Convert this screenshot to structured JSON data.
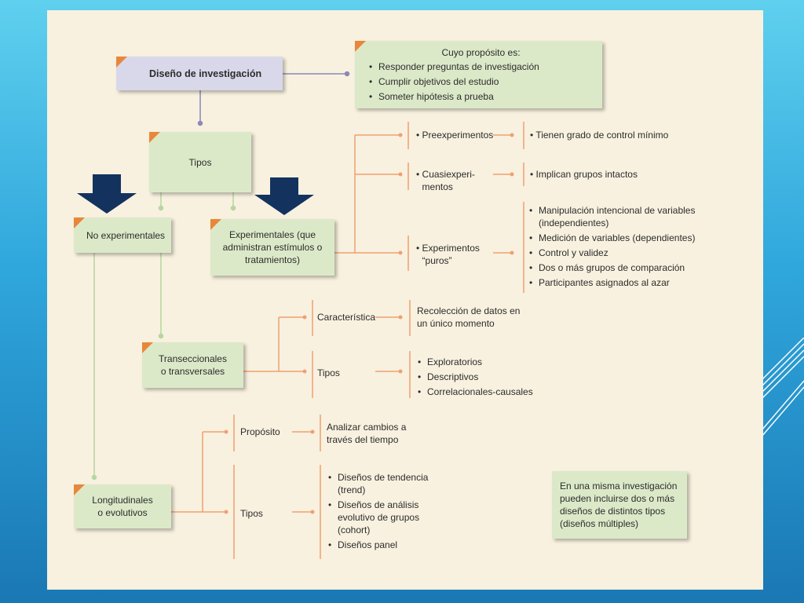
{
  "diagram": {
    "root": "Diseño de investigación",
    "purpose": {
      "title": "Cuyo propósito es:",
      "items": [
        "Responder preguntas de investigación",
        "Cumplir objetivos del estudio",
        "Someter hipótesis a prueba"
      ]
    },
    "tipos_top": "Tipos",
    "no_experimentales": "No experimentales",
    "experimentales": "Experimentales (que administran estímulos o tratamientos)",
    "preexperimentos": "Preexperimentos",
    "preexperimentos_desc": "Tienen grado de control mínimo",
    "cuasi": "Cuasiexperi-\nmentos",
    "cuasi_desc": "Implican grupos intactos",
    "puros": "Experimentos\n“puros”",
    "puros_items": [
      "Manipulación intencional de variables (independientes)",
      "Medición de variables (dependientes)",
      "Control y validez",
      "Dos o más grupos de comparación",
      "Participantes asignados al azar"
    ],
    "transeccionales": "Transeccionales\no transversales",
    "caracteristica": "Característica",
    "caracteristica_desc": "Recolección de datos en\nun único momento",
    "tipos_trans": "Tipos",
    "tipos_trans_items": [
      "Exploratorios",
      "Descriptivos",
      "Correlacionales-causales"
    ],
    "longitudinales": "Longitudinales\no evolutivos",
    "proposito": "Propósito",
    "proposito_desc": "Analizar cambios a\ntravés del tiempo",
    "tipos_long": "Tipos",
    "tipos_long_items": [
      "Diseños de tendencia (trend)",
      "Diseños de análisis evolutivo de grupos (cohort)",
      "Diseños panel"
    ],
    "note": "En una misma investigación pueden incluirse dos o más diseños de distintos tipos (diseños múltiples)"
  },
  "colors": {
    "box_green": "#dce9c8",
    "box_purple": "#d9d8ea",
    "tag_orange": "#e8873a",
    "line_orange": "#f0a070",
    "line_green": "#b5d6a0",
    "line_purple": "#8c88b8",
    "arrow_navy": "#13335e",
    "slide_bg": "#f8f1df"
  }
}
